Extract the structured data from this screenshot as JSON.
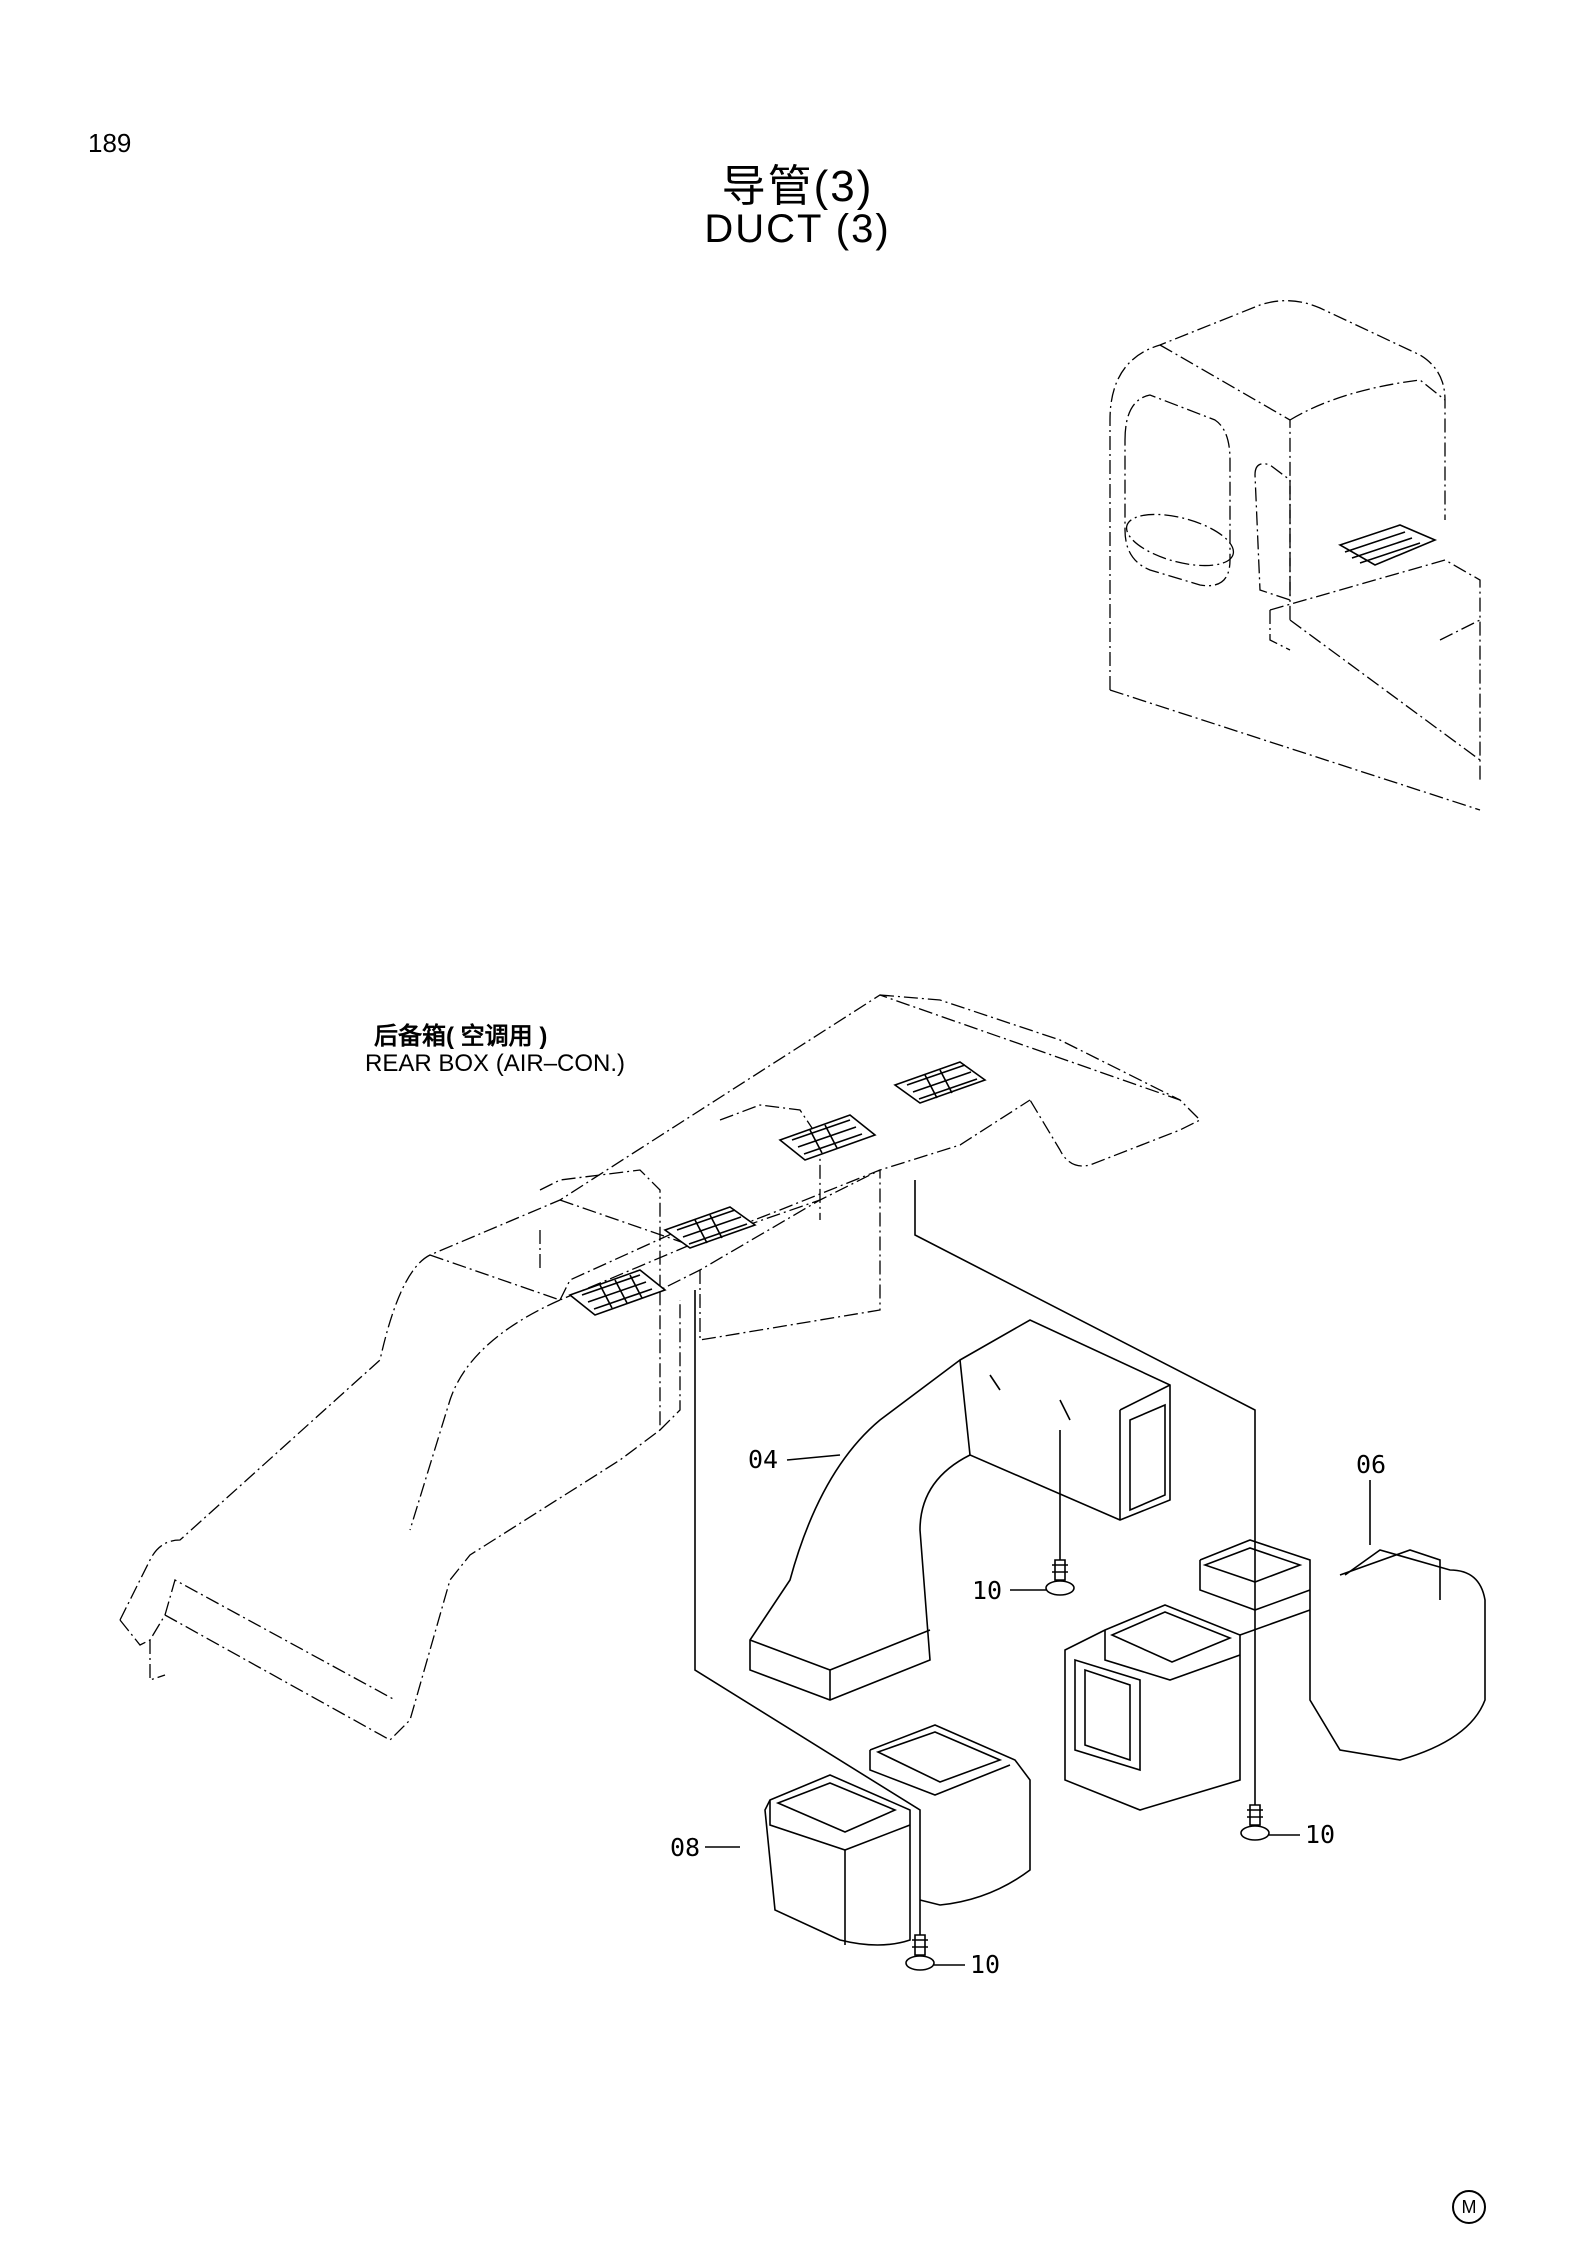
{
  "page": {
    "number": "189"
  },
  "title": {
    "zh": "导管(3)",
    "en": "DUCT  (3)"
  },
  "callouts": {
    "rear_box_zh": "后备箱( 空调用 )",
    "rear_box_en": "REAR BOX (AIR–CON.)"
  },
  "parts": [
    {
      "ref": "04"
    },
    {
      "ref": "06"
    },
    {
      "ref": "08"
    },
    {
      "ref": "10"
    },
    {
      "ref": "10"
    },
    {
      "ref": "10"
    }
  ],
  "mark": "M"
}
